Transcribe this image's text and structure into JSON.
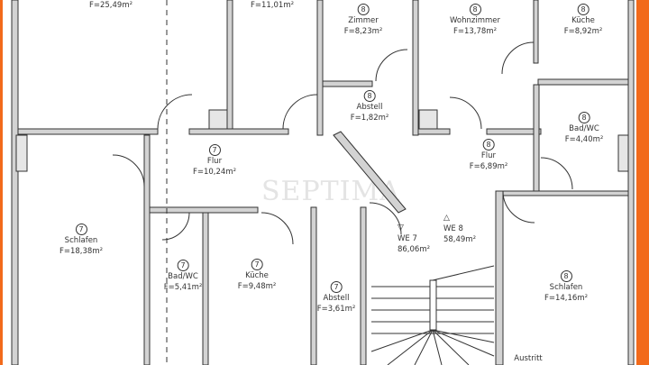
{
  "colors": {
    "frame": "#f26a1b",
    "wall": "#d3d3d3",
    "line": "#333333"
  },
  "watermark": "SEPTIMA",
  "rooms": [
    {
      "num": "",
      "name": "",
      "area": "F=25,49m²"
    },
    {
      "num": "",
      "name": "",
      "area": "F=11,01m²"
    },
    {
      "num": "8",
      "name": "Zimmer",
      "area": "F=8,23m²"
    },
    {
      "num": "8",
      "name": "Wohnzimmer",
      "area": "F=13,78m²"
    },
    {
      "num": "8",
      "name": "Küche",
      "area": "F=8,92m²"
    },
    {
      "num": "8",
      "name": "Abstell",
      "area": "F=1,82m²"
    },
    {
      "num": "8",
      "name": "Bad/WC",
      "area": "F=4,40m²"
    },
    {
      "num": "8",
      "name": "Flur",
      "area": "F=6,89m²"
    },
    {
      "num": "7",
      "name": "Flur",
      "area": "F=10,24m²"
    },
    {
      "num": "7",
      "name": "Schlafen",
      "area": "F=18,38m²"
    },
    {
      "num": "7",
      "name": "Bad/WC",
      "area": "F=5,41m²"
    },
    {
      "num": "7",
      "name": "Küche",
      "area": "F=9,48m²"
    },
    {
      "num": "7",
      "name": "Abstell",
      "area": "F=3,61m²"
    },
    {
      "num": "8",
      "name": "Schlafen",
      "area": "F=14,16m²"
    }
  ],
  "units": [
    {
      "name": "WE 7",
      "area": "86,06m²"
    },
    {
      "name": "WE 8",
      "area": "58,49m²"
    }
  ],
  "austritt": "Austritt"
}
